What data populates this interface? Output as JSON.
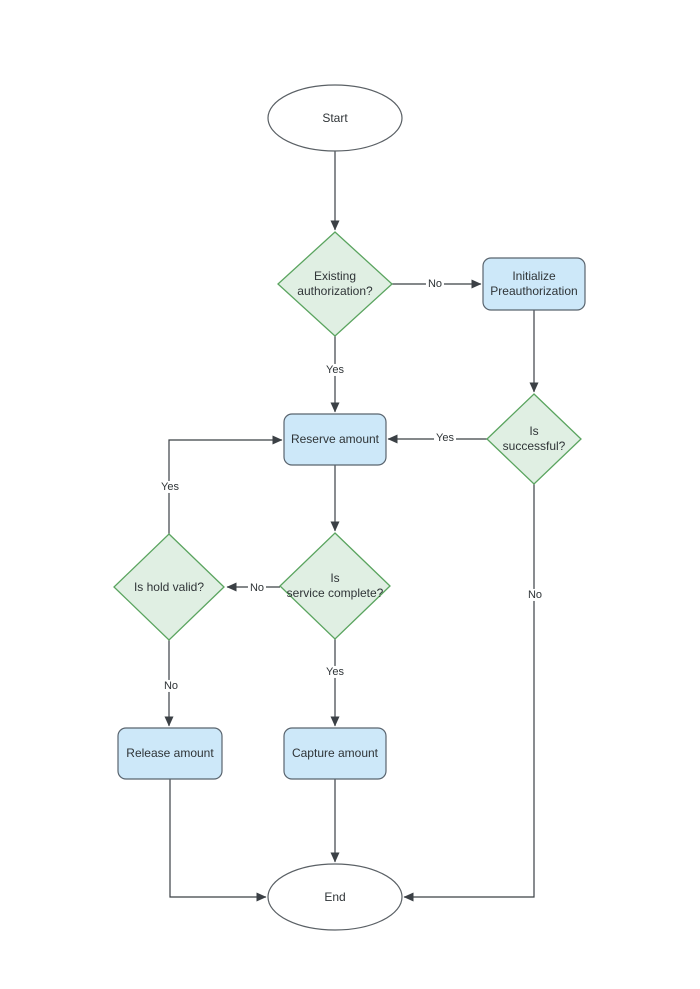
{
  "diagram": {
    "type": "flowchart",
    "background": "#ffffff",
    "colors": {
      "decision_fill": "#e0efe3",
      "decision_stroke": "#5aa45f",
      "process_fill": "#cde8f9",
      "process_stroke": "#59646e",
      "terminator_fill": "#ffffff",
      "terminator_stroke": "#5a6065",
      "edge_stroke": "#3b4045",
      "text": "#2f3437"
    },
    "nodes": {
      "start": {
        "type": "terminator",
        "label": "Start"
      },
      "existing_auth": {
        "type": "decision",
        "label": "Existing\nauthorization?"
      },
      "initialize_preauth": {
        "type": "process",
        "label": "Initialize\nPreauthorization"
      },
      "is_successful": {
        "type": "decision",
        "label": "Is\nsuccessful?"
      },
      "reserve_amount": {
        "type": "process",
        "label": "Reserve amount"
      },
      "is_service_complete": {
        "type": "decision",
        "label": "Is\nservice complete?"
      },
      "is_hold_valid": {
        "type": "decision",
        "label": "Is hold valid?"
      },
      "release_amount": {
        "type": "process",
        "label": "Release amount"
      },
      "capture_amount": {
        "type": "process",
        "label": "Capture amount"
      },
      "end": {
        "type": "terminator",
        "label": "End"
      }
    },
    "edge_labels": {
      "existing_auth_no": "No",
      "existing_auth_yes": "Yes",
      "is_successful_yes": "Yes",
      "is_successful_no": "No",
      "service_complete_no": "No",
      "service_complete_yes": "Yes",
      "hold_valid_yes": "Yes",
      "hold_valid_no": "No"
    }
  }
}
